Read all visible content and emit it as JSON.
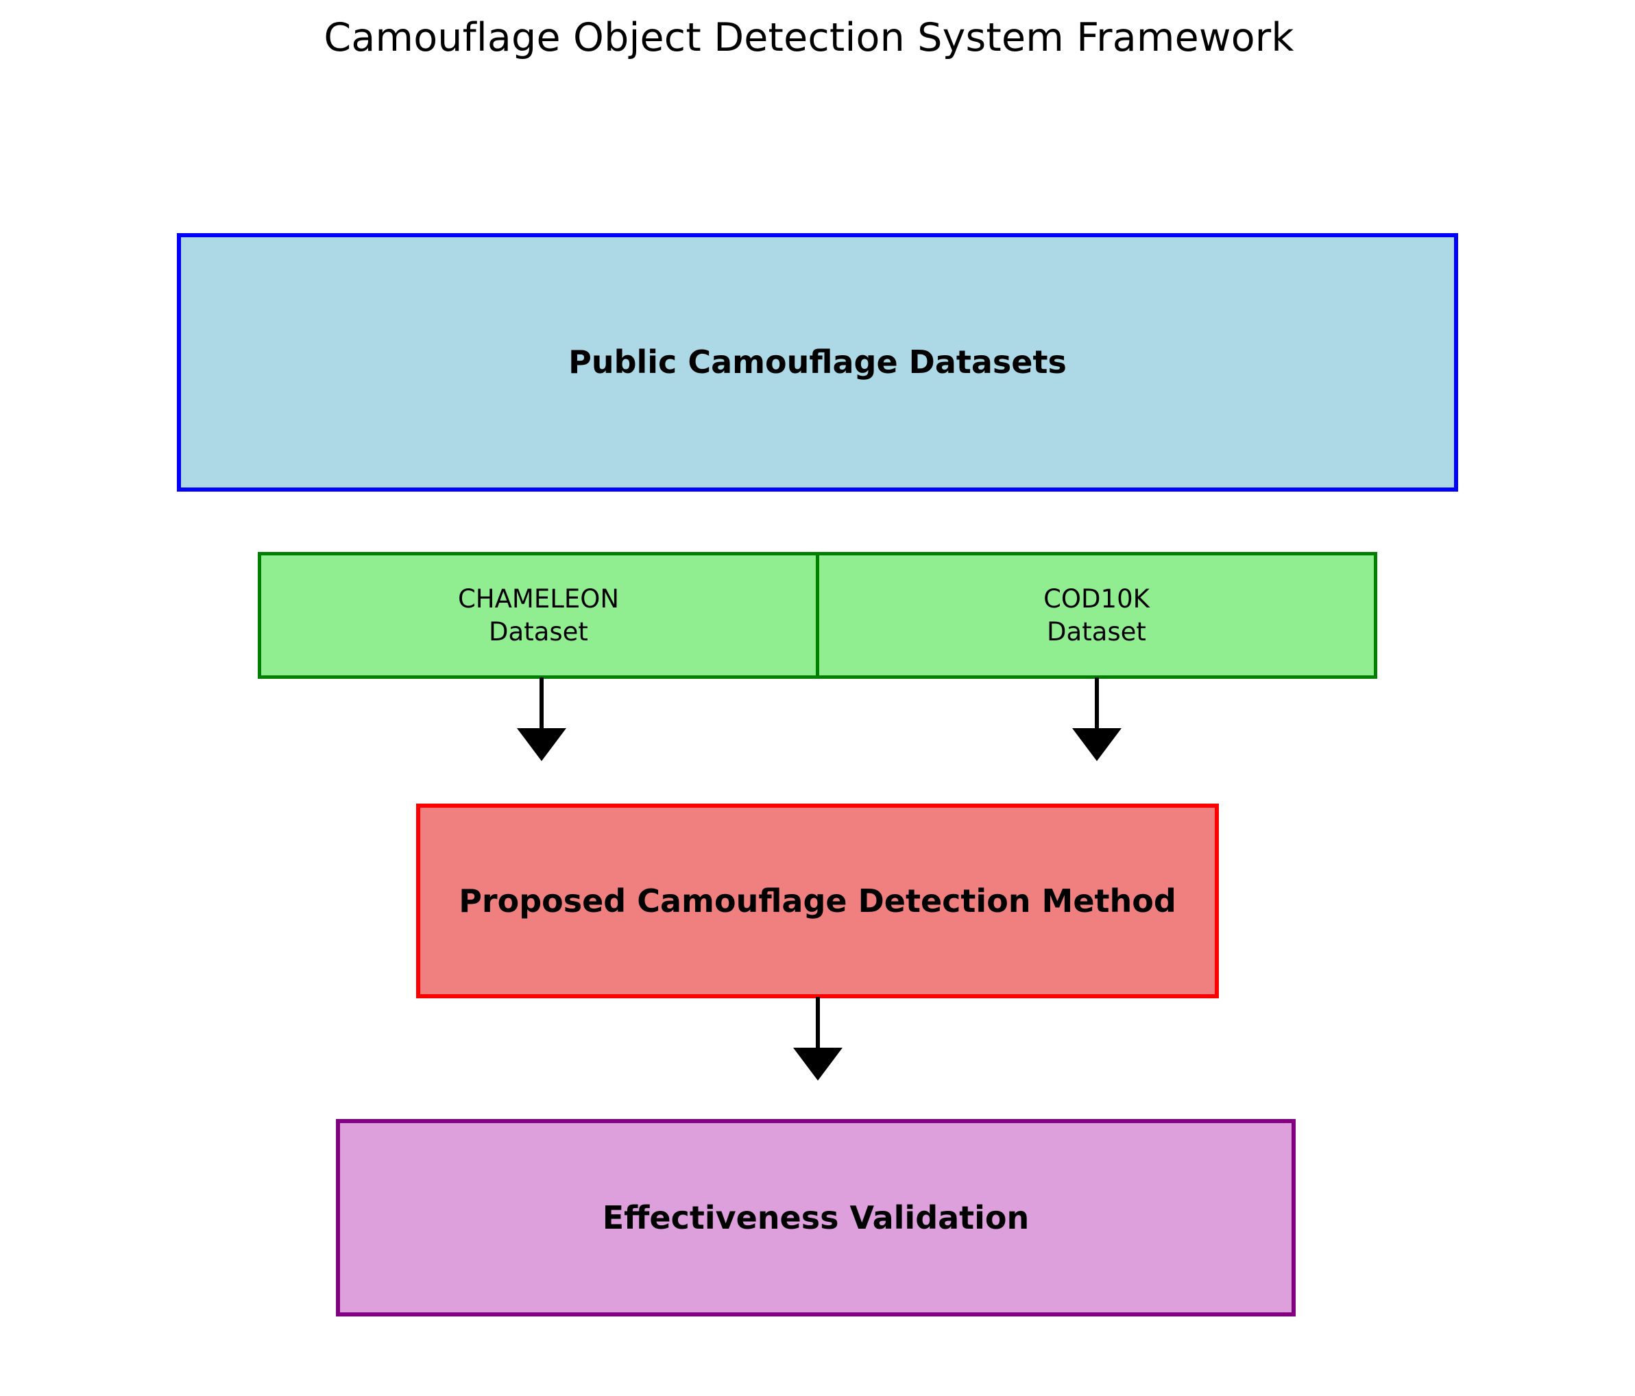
{
  "figure": {
    "title": "Camouflage Object Detection System Framework",
    "background_color": "#ffffff"
  },
  "chart_data": {
    "type": "diagram",
    "title": "Camouflage Object Detection System Framework",
    "layout": "top-down flowchart",
    "nodes": [
      {
        "id": "public_datasets",
        "label": "Public Camouflage Datasets",
        "fill": "#add8e6",
        "border": "#0000ff",
        "bold": true,
        "level": 1
      },
      {
        "id": "chameleon",
        "label": "CHAMELEON\nDataset",
        "line1": "CHAMELEON",
        "line2": "Dataset",
        "fill": "#90ee90",
        "border": "#008000",
        "bold": false,
        "level": 2
      },
      {
        "id": "cod10k",
        "label": "COD10K\nDataset",
        "line1": "COD10K",
        "line2": "Dataset",
        "fill": "#90ee90",
        "border": "#008000",
        "bold": false,
        "level": 2
      },
      {
        "id": "proposed_method",
        "label": "Proposed Camouflage Detection Method",
        "fill": "#f08080",
        "border": "#ff0000",
        "bold": true,
        "level": 3
      },
      {
        "id": "effectiveness_validation",
        "label": "Effectiveness Validation",
        "fill": "#dda0dd",
        "border": "#800080",
        "bold": true,
        "level": 4
      }
    ],
    "edges": [
      {
        "from": "chameleon",
        "to": "proposed_method",
        "style": "solid",
        "arrowhead": "filled-triangle",
        "color": "#000000"
      },
      {
        "from": "cod10k",
        "to": "proposed_method",
        "style": "solid",
        "arrowhead": "filled-triangle",
        "color": "#000000"
      },
      {
        "from": "proposed_method",
        "to": "effectiveness_validation",
        "style": "solid",
        "arrowhead": "filled-triangle",
        "color": "#000000"
      }
    ]
  },
  "boxes": {
    "public_datasets": {
      "label": "Public Camouflage Datasets"
    },
    "chameleon": {
      "line1": "CHAMELEON",
      "line2": "Dataset"
    },
    "cod10k": {
      "line1": "COD10K",
      "line2": "Dataset"
    },
    "proposed_method": {
      "label": "Proposed Camouflage Detection Method"
    },
    "effectiveness_validation": {
      "label": "Effectiveness Validation"
    }
  },
  "colors": {
    "blue_fill": "#add8e6",
    "blue_border": "#0000ff",
    "green_fill": "#90ee90",
    "green_border": "#008000",
    "red_fill": "#f08080",
    "red_border": "#ff0000",
    "purple_fill": "#dda0dd",
    "purple_border": "#800080",
    "arrow": "#000000",
    "text": "#000000"
  }
}
